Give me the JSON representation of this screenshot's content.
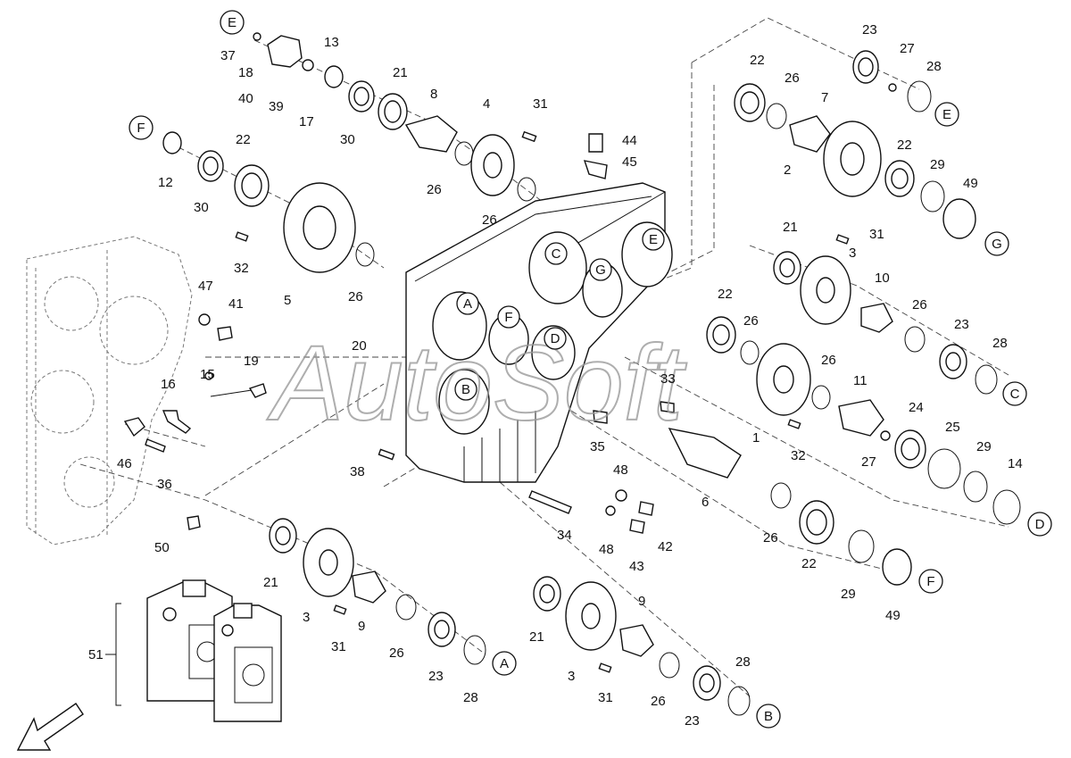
{
  "watermark": "AutoSoft",
  "callouts": [
    {
      "id": "c1",
      "text": "E"
    },
    {
      "id": "c2",
      "text": "F"
    },
    {
      "id": "c3",
      "text": "E"
    },
    {
      "id": "c4",
      "text": "G"
    },
    {
      "id": "c5",
      "text": "A"
    },
    {
      "id": "c6",
      "text": "C"
    },
    {
      "id": "c7",
      "text": "D"
    },
    {
      "id": "c8",
      "text": "F"
    },
    {
      "id": "c9",
      "text": "A"
    },
    {
      "id": "c10",
      "text": "B"
    },
    {
      "id": "c11",
      "text": "C"
    },
    {
      "id": "c12",
      "text": "D"
    },
    {
      "id": "c13",
      "text": "E"
    },
    {
      "id": "c14",
      "text": "F"
    },
    {
      "id": "c15",
      "text": "G"
    },
    {
      "id": "c16",
      "text": "B"
    }
  ],
  "labels": [
    {
      "id": "l1",
      "text": "37"
    },
    {
      "id": "l2",
      "text": "18"
    },
    {
      "id": "l3",
      "text": "40"
    },
    {
      "id": "l4",
      "text": "39"
    },
    {
      "id": "l5",
      "text": "17"
    },
    {
      "id": "l6",
      "text": "13"
    },
    {
      "id": "l7",
      "text": "30"
    },
    {
      "id": "l8",
      "text": "21"
    },
    {
      "id": "l9",
      "text": "8"
    },
    {
      "id": "l10",
      "text": "26"
    },
    {
      "id": "l11",
      "text": "4"
    },
    {
      "id": "l12",
      "text": "26"
    },
    {
      "id": "l13",
      "text": "31"
    },
    {
      "id": "l14",
      "text": "44"
    },
    {
      "id": "l15",
      "text": "45"
    },
    {
      "id": "l16",
      "text": "12"
    },
    {
      "id": "l17",
      "text": "30"
    },
    {
      "id": "l18",
      "text": "22"
    },
    {
      "id": "l19",
      "text": "32"
    },
    {
      "id": "l20",
      "text": "5"
    },
    {
      "id": "l21",
      "text": "26"
    },
    {
      "id": "l22",
      "text": "47"
    },
    {
      "id": "l23",
      "text": "41"
    },
    {
      "id": "l24",
      "text": "20"
    },
    {
      "id": "l25",
      "text": "15"
    },
    {
      "id": "l26",
      "text": "19"
    },
    {
      "id": "l27",
      "text": "16"
    },
    {
      "id": "l28",
      "text": "46"
    },
    {
      "id": "l29",
      "text": "36"
    },
    {
      "id": "l30",
      "text": "50"
    },
    {
      "id": "l31",
      "text": "38"
    },
    {
      "id": "l32",
      "text": "23"
    },
    {
      "id": "l33",
      "text": "27"
    },
    {
      "id": "l34",
      "text": "28"
    },
    {
      "id": "l35",
      "text": "22"
    },
    {
      "id": "l36",
      "text": "26"
    },
    {
      "id": "l37",
      "text": "7"
    },
    {
      "id": "l38",
      "text": "22"
    },
    {
      "id": "l39",
      "text": "2"
    },
    {
      "id": "l40",
      "text": "29"
    },
    {
      "id": "l41",
      "text": "49"
    },
    {
      "id": "l42",
      "text": "21"
    },
    {
      "id": "l43",
      "text": "31"
    },
    {
      "id": "l44",
      "text": "3"
    },
    {
      "id": "l45",
      "text": "10"
    },
    {
      "id": "l46",
      "text": "26"
    },
    {
      "id": "l47",
      "text": "23"
    },
    {
      "id": "l48",
      "text": "28"
    },
    {
      "id": "l49",
      "text": "22"
    },
    {
      "id": "l50",
      "text": "26"
    },
    {
      "id": "l51",
      "text": "33"
    },
    {
      "id": "l52",
      "text": "26"
    },
    {
      "id": "l53",
      "text": "11"
    },
    {
      "id": "l54",
      "text": "1"
    },
    {
      "id": "l55",
      "text": "32"
    },
    {
      "id": "l56",
      "text": "24"
    },
    {
      "id": "l57",
      "text": "27"
    },
    {
      "id": "l58",
      "text": "25"
    },
    {
      "id": "l59",
      "text": "29"
    },
    {
      "id": "l60",
      "text": "14"
    },
    {
      "id": "l61",
      "text": "35"
    },
    {
      "id": "l62",
      "text": "6"
    },
    {
      "id": "l63",
      "text": "48"
    },
    {
      "id": "l64",
      "text": "48"
    },
    {
      "id": "l65",
      "text": "42"
    },
    {
      "id": "l66",
      "text": "43"
    },
    {
      "id": "l67",
      "text": "34"
    },
    {
      "id": "l68",
      "text": "26"
    },
    {
      "id": "l69",
      "text": "22"
    },
    {
      "id": "l70",
      "text": "29"
    },
    {
      "id": "l71",
      "text": "49"
    },
    {
      "id": "l72",
      "text": "21"
    },
    {
      "id": "l73",
      "text": "3"
    },
    {
      "id": "l74",
      "text": "31"
    },
    {
      "id": "l75",
      "text": "9"
    },
    {
      "id": "l76",
      "text": "26"
    },
    {
      "id": "l77",
      "text": "23"
    },
    {
      "id": "l78",
      "text": "28"
    },
    {
      "id": "l79",
      "text": "21"
    },
    {
      "id": "l80",
      "text": "3"
    },
    {
      "id": "l81",
      "text": "31"
    },
    {
      "id": "l82",
      "text": "9"
    },
    {
      "id": "l83",
      "text": "26"
    },
    {
      "id": "l84",
      "text": "23"
    },
    {
      "id": "l85",
      "text": "28"
    },
    {
      "id": "l86",
      "text": "51"
    }
  ]
}
